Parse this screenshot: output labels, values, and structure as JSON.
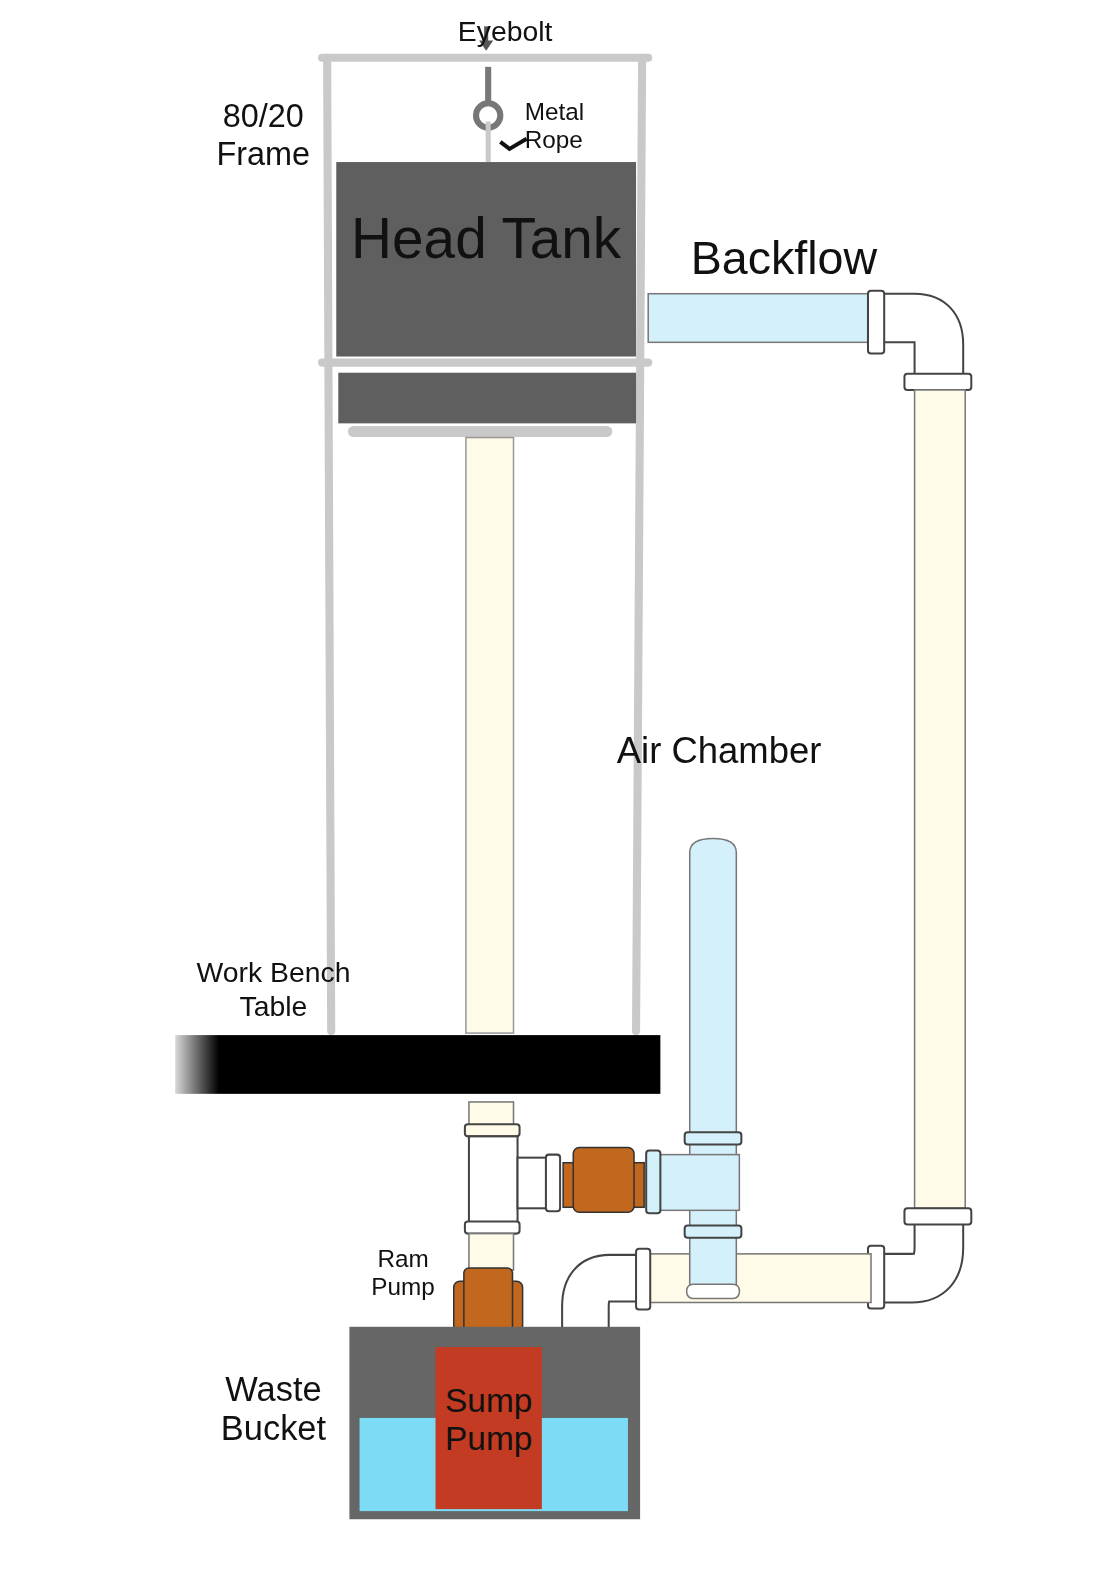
{
  "diagram": {
    "nodes": [
      {
        "text": [
          "Head Tank"
        ]
      },
      {
        "text": [
          "Waste Bucket"
        ]
      },
      {
        "text": [
          "Sump Pump"
        ],
        "in": 1
      }
    ],
    "labels": [
      "Eyebolt",
      "Metal Rope",
      "80/20 Frame",
      "Backflow",
      "Air Chamber",
      "Work Bench Table",
      "Ram Pump"
    ]
  }
}
